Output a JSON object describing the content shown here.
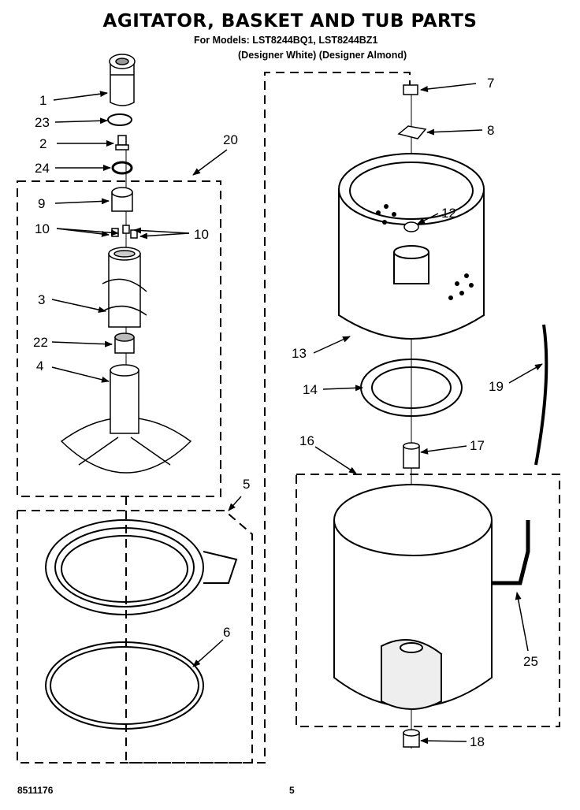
{
  "header": {
    "title": "AGITATOR, BASKET AND TUB PARTS",
    "models_line": "For Models: LST8244BQ1, LST8244BZ1",
    "finishes_line": "(Designer White) (Designer Almond)"
  },
  "callouts": {
    "c1": "1",
    "c23": "23",
    "c2": "2",
    "c24": "24",
    "c20": "20",
    "c9": "9",
    "c10a": "10",
    "c10b": "10",
    "c3": "3",
    "c22": "22",
    "c4": "4",
    "c5": "5",
    "c6": "6",
    "c7": "7",
    "c8": "8",
    "c12": "12",
    "c13": "13",
    "c14": "14",
    "c19": "19",
    "c16": "16",
    "c17": "17",
    "c25": "25",
    "c18": "18"
  },
  "footer": {
    "doc_number": "8511176",
    "page": "5"
  }
}
